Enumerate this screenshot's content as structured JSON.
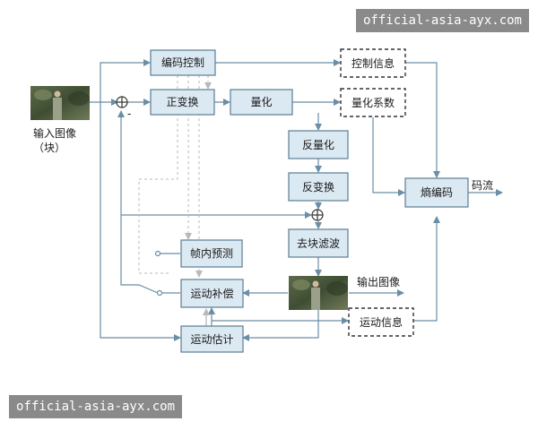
{
  "watermark": {
    "top": "official-asia-ayx.com",
    "bottom": "official-asia-ayx.com"
  },
  "labels": {
    "input_image": "输入图像",
    "input_block": "（块）",
    "output_image": "输出图像",
    "bitstream": "码流",
    "minus": "-"
  },
  "blocks": {
    "coding_control": "编码控制",
    "forward_transform": "正变换",
    "quantization": "量化",
    "inverse_quantization": "反量化",
    "inverse_transform": "反变换",
    "deblocking_filter": "去块滤波",
    "intra_prediction": "帧内预测",
    "motion_compensation": "运动补偿",
    "motion_estimation": "运动估计",
    "entropy_coding": "熵编码",
    "control_info": "控制信息",
    "quant_coefficients": "量化系数",
    "motion_info": "运动信息"
  },
  "colors": {
    "block_fill": "#dbe9f2",
    "block_border": "#5a7d93",
    "line": "#6a8ea5",
    "dashed_line": "#b9b9b9",
    "watermark_bg": "#8a8a8a"
  }
}
